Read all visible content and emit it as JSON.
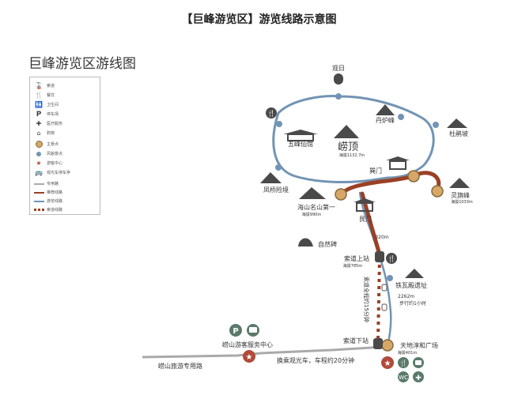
{
  "header": {
    "title": "【巨峰游览区】游览线路示意图"
  },
  "map": {
    "title": "巨峰游览区游线图",
    "colors": {
      "blue_route": "#7294b4",
      "red_route": "#9b4025",
      "grey_road": "#aaaaaa",
      "gold": "#d5a868",
      "dark": "#4a4a4a",
      "marker": "#b04a3a",
      "service_green": "#5a7a6a"
    },
    "legend": [
      {
        "icon": "cable-car-icon",
        "label": "索道"
      },
      {
        "icon": "restaurant-icon",
        "label": "餐饮"
      },
      {
        "icon": "toilet-icon",
        "label": "卫生间"
      },
      {
        "icon": "parking-icon",
        "label": "停车场"
      },
      {
        "icon": "medical-icon",
        "label": "医疗服务"
      },
      {
        "icon": "shop-icon",
        "label": "购物"
      },
      {
        "icon": "gold-spot-icon",
        "label": "主景点"
      },
      {
        "icon": "blue-spot-icon",
        "label": "风貌景点"
      },
      {
        "icon": "star-icon",
        "label": "游客中心"
      },
      {
        "icon": "bus-icon",
        "label": "观光车停车亭"
      },
      {
        "icon": "grey-line-icon",
        "label": "专用路"
      },
      {
        "icon": "red-line-icon",
        "label": "推荐线路"
      },
      {
        "icon": "blue-line-icon",
        "label": "游览线路"
      },
      {
        "icon": "dash-line-icon",
        "label": "索道线路"
      }
    ],
    "places": {
      "guanri": "观日",
      "danlufeng": "丹炉峰",
      "duyuanpo": "杜鹃坡",
      "wufengxianguan": "五峰仙馆",
      "laoding": "崂顶",
      "laoding_alt": "海拔1132.7m",
      "xunmen": "巽门",
      "lingqifeng": "灵旗峰",
      "lingqifeng_alt": "海拔1033m",
      "fengqiaoxianjing": "凤桥险境",
      "haishanmingshan": "海山名山第一",
      "haishanmingshan_alt": "海拔990m",
      "genmen": "艮门",
      "distance_320": "320m",
      "zirangbei": "自然碑",
      "suodao_upper": "索道上站",
      "suodao_upper_alt": "海拔785m",
      "jiawa": "铁瓦殿遗址",
      "suodao_length": "索道全程约15分钟",
      "distance_2262": "2262m",
      "walk_time": "步行约1小时",
      "suodao_lower": "索道下站",
      "tiandi": "天地淳和广场",
      "tiandi_alt": "海拔401m",
      "visitor_center": "崂山游客服务中心",
      "transfer": "换乘观光车，车程约20分钟",
      "road": "崂山旅游专用路"
    }
  }
}
